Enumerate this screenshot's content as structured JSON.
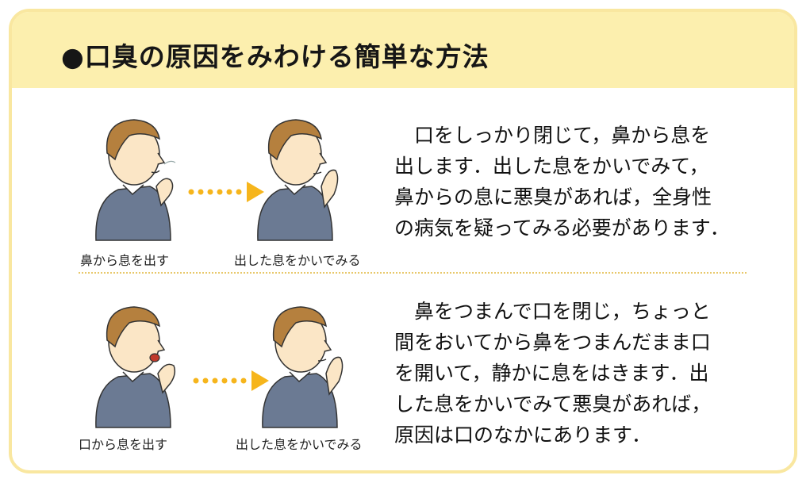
{
  "title": "●口臭の原因をみわける簡単な方法",
  "section1": {
    "caption_left": "鼻から息を出す",
    "caption_right": "出した息をかいでみる",
    "lines": [
      "　口をしっかり閉じて，鼻から息を",
      "出します．出した息をかいでみて，",
      "鼻からの息に悪臭があれば，全身性",
      "の病気を疑ってみる必要があります．"
    ]
  },
  "section2": {
    "caption_left": "口から息を出す",
    "caption_right": "出した息をかいでみる",
    "lines": [
      "　鼻をつまんで口を閉じ，ちょっと",
      "間をおいてから鼻をつまんだまま口",
      "を開いて，静かに息をはきます．出",
      "した息をかいでみて悪臭があれば，",
      "原因は口のなかにあります．"
    ]
  },
  "colors": {
    "header_bg": "#fcefae",
    "border": "#f9e7a0",
    "arrow": "#f6b51c",
    "shirt": "#6b7a93",
    "hair": "#b5803e",
    "skin": "#fbe6c6"
  }
}
